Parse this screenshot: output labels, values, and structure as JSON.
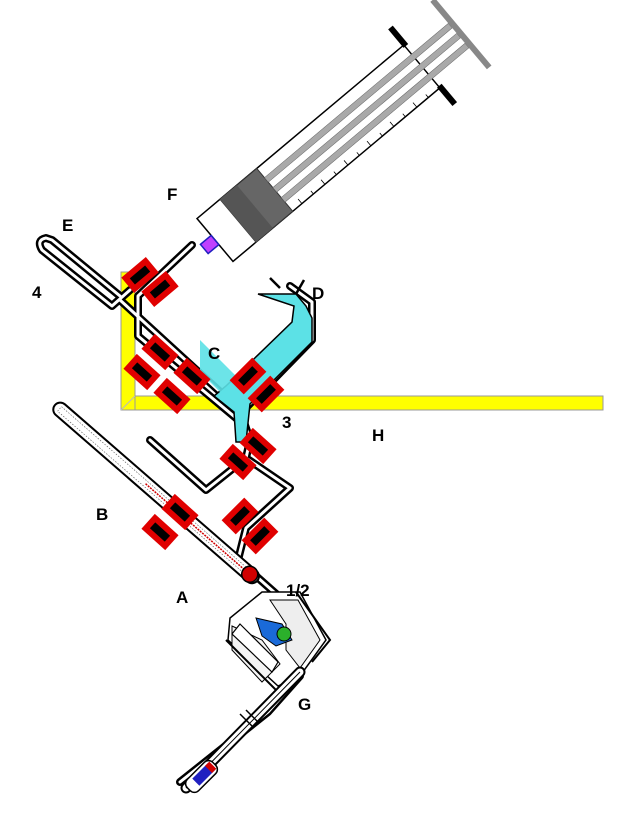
{
  "labels": {
    "A": "A",
    "B": "B",
    "C": "C",
    "D": "D",
    "E": "E",
    "F": "F",
    "G": "G",
    "H": "H",
    "n3": "3",
    "n4": "4",
    "n12": "1/2"
  },
  "colors": {
    "tube": "#000000",
    "clamp": "#e00000",
    "stand": "#ffff00",
    "liquid": "#5ce1e6",
    "mercury": "#d00000",
    "flask_liquid": "#1a6ad8",
    "syringe_plunger": "#555555",
    "syringe_rod": "#a0a0a0",
    "tip": "#2020c0"
  }
}
